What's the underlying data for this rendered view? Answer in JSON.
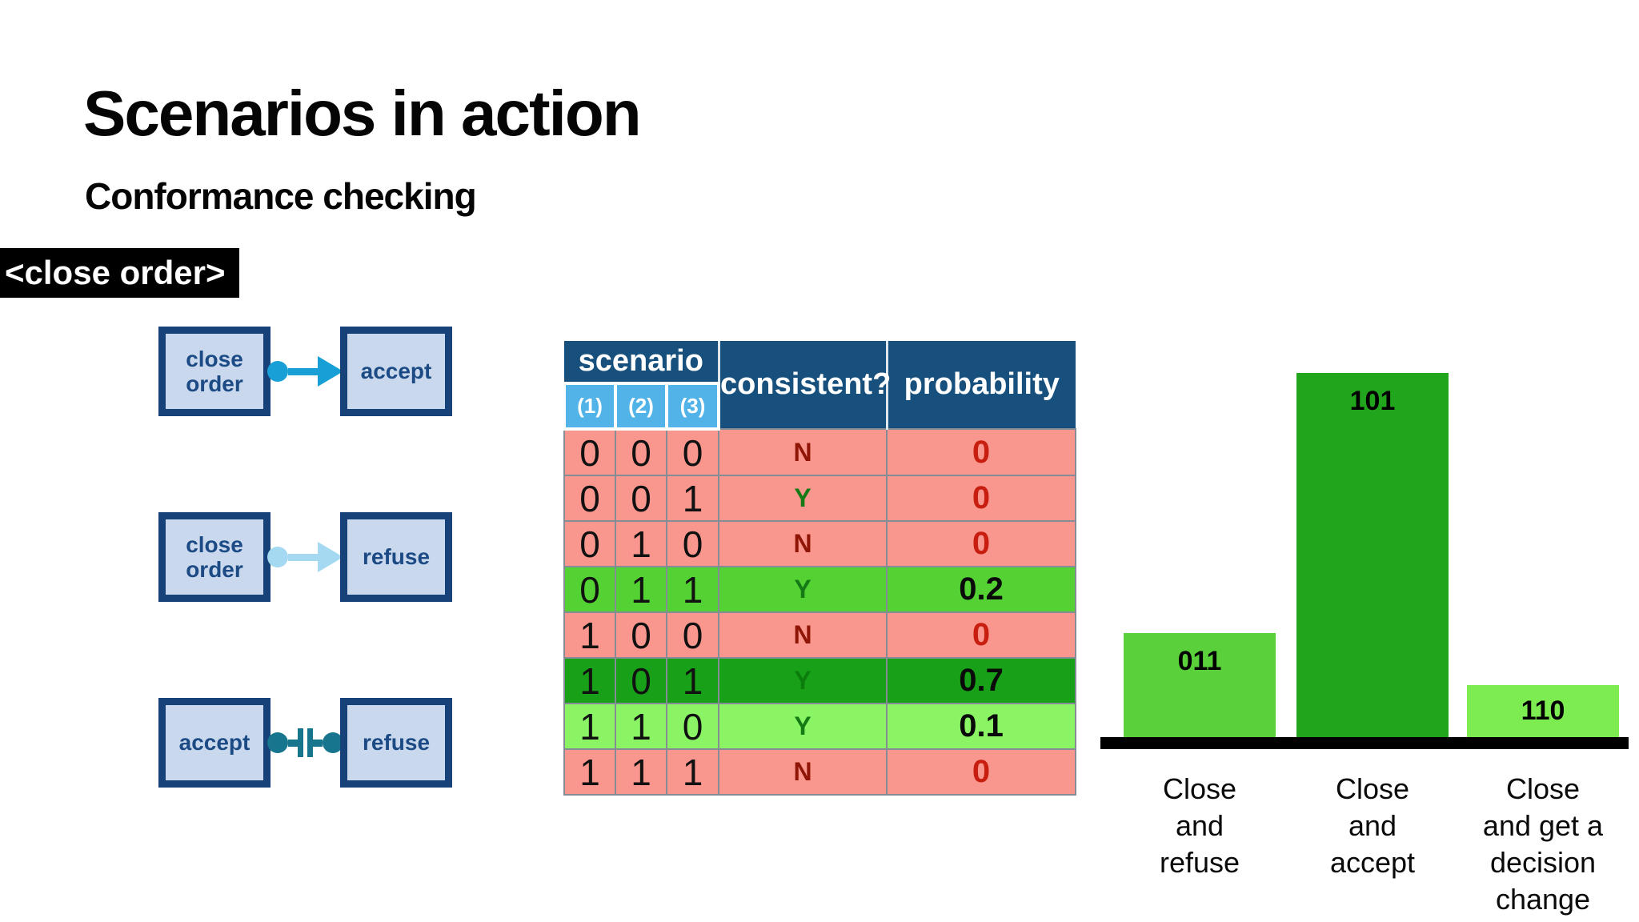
{
  "slide": {
    "title": "Scenarios in action",
    "subtitle": "Conformance checking",
    "tag": "<close order>"
  },
  "colors": {
    "header_navy": "#17507c",
    "subheader_blue": "#52b3e8",
    "row_pink": "#f9968d",
    "row_green": "#54d233",
    "row_green_dark": "#18a018",
    "row_green_light": "#8af465",
    "text_maroon": "#8f1606",
    "text_red": "#c81e10",
    "text_green": "#157a15",
    "text_green_muted": "#0c7c0c",
    "text_black": "#0a0a0a",
    "box_fill": "#c9d8ec",
    "box_border": "#164279",
    "box_text": "#1b4a85",
    "arrow_strong": "#18a0d6",
    "arrow_weak": "#a5d9f2",
    "conflict_teal": "#17758d",
    "axis_black": "#000000"
  },
  "diagrams": [
    {
      "from": "close order",
      "to": "accept",
      "connector": "arrow-strong"
    },
    {
      "from": "close order",
      "to": "refuse",
      "connector": "arrow-weak"
    },
    {
      "from": "accept",
      "to": "refuse",
      "connector": "conflict"
    }
  ],
  "table": {
    "header": {
      "scenario": "scenario",
      "sub": [
        "(1)",
        "(2)",
        "(3)"
      ],
      "consistent": "consistent?",
      "probability": "probability"
    },
    "rows": [
      {
        "s": [
          "0",
          "0",
          "0"
        ],
        "consistent": "N",
        "probability": "0",
        "bg": "#f9968d",
        "c_color": "#8f1606",
        "p_color": "#c81e10"
      },
      {
        "s": [
          "0",
          "0",
          "1"
        ],
        "consistent": "Y",
        "probability": "0",
        "bg": "#f9968d",
        "c_color": "#157a15",
        "p_color": "#c81e10"
      },
      {
        "s": [
          "0",
          "1",
          "0"
        ],
        "consistent": "N",
        "probability": "0",
        "bg": "#f9968d",
        "c_color": "#8f1606",
        "p_color": "#c81e10"
      },
      {
        "s": [
          "0",
          "1",
          "1"
        ],
        "consistent": "Y",
        "probability": "0.2",
        "bg": "#54d233",
        "c_color": "#157a15",
        "p_color": "#0a0a0a"
      },
      {
        "s": [
          "1",
          "0",
          "0"
        ],
        "consistent": "N",
        "probability": "0",
        "bg": "#f9968d",
        "c_color": "#8f1606",
        "p_color": "#c81e10"
      },
      {
        "s": [
          "1",
          "0",
          "1"
        ],
        "consistent": "Y",
        "probability": "0.7",
        "bg": "#18a018",
        "c_color": "#0c7c0c",
        "p_color": "#0a0a0a"
      },
      {
        "s": [
          "1",
          "1",
          "0"
        ],
        "consistent": "Y",
        "probability": "0.1",
        "bg": "#8af465",
        "c_color": "#157a15",
        "p_color": "#0a0a0a"
      },
      {
        "s": [
          "1",
          "1",
          "1"
        ],
        "consistent": "N",
        "probability": "0",
        "bg": "#f9968d",
        "c_color": "#8f1606",
        "p_color": "#c81e10"
      }
    ]
  },
  "chart_data": {
    "type": "bar",
    "categories": [
      "Close and refuse",
      "Close and accept",
      "Close and get a decision change"
    ],
    "category_lines": [
      [
        "Close",
        "and",
        "refuse"
      ],
      [
        "Close",
        "and",
        "accept"
      ],
      [
        "Close",
        "and get a",
        "decision",
        "change"
      ]
    ],
    "values": [
      0.2,
      0.7,
      0.1
    ],
    "bar_labels": [
      "011",
      "101",
      "110"
    ],
    "bar_colors": [
      "#5ad13a",
      "#20a51c",
      "#7cec50"
    ],
    "title": "",
    "xlabel": "",
    "ylabel": "",
    "ylim": [
      0,
      0.75
    ],
    "grid": false,
    "legend": false
  }
}
